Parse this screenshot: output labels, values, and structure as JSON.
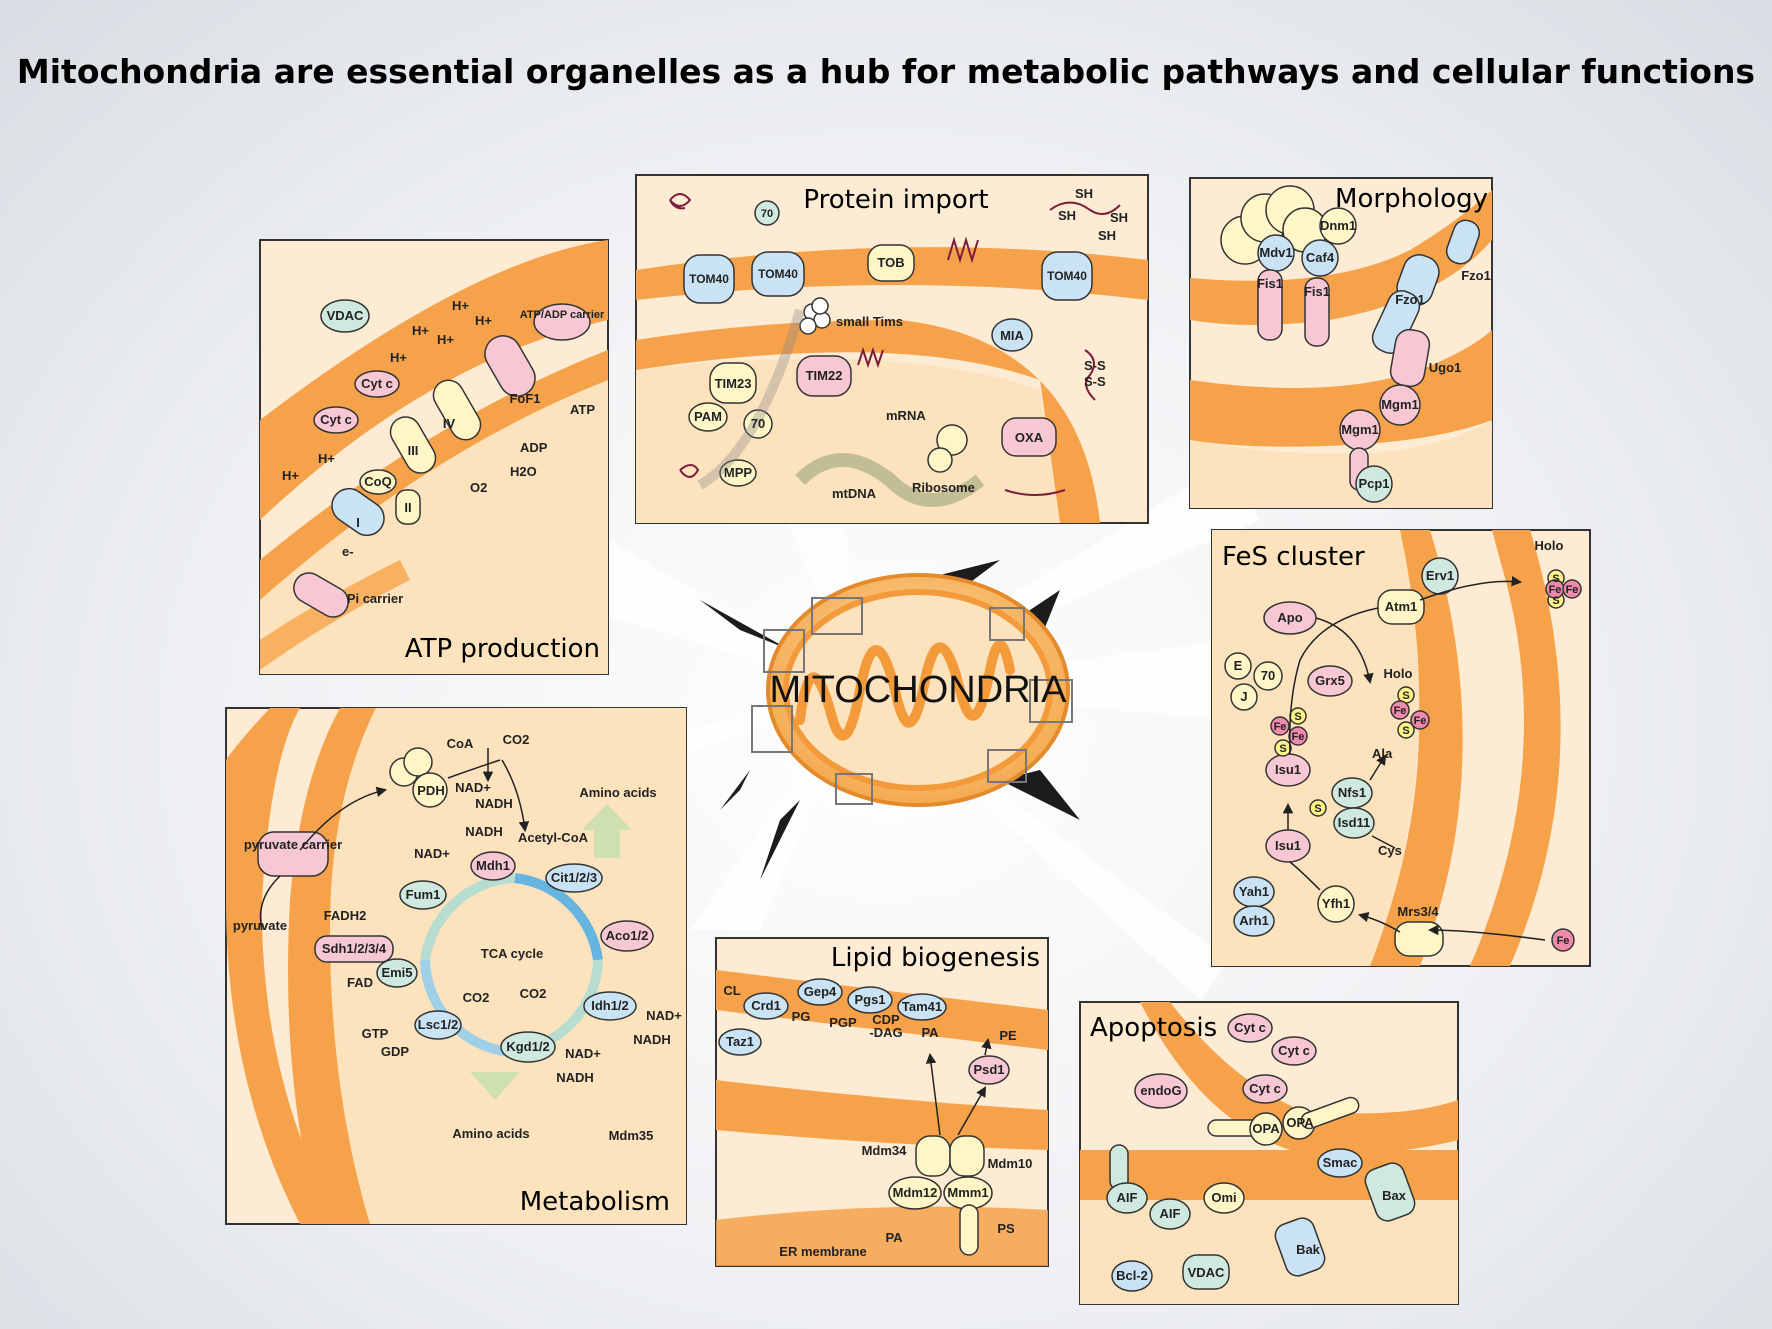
{
  "title": "Mitochondria are essential organelles as a hub for metabolic pathways and cellular functions",
  "center_label": "MITOCHONDRIA",
  "colors": {
    "membrane": "#f6a24a",
    "matrix": "#fde3bd",
    "space": "#fdebd3",
    "blue": "#c9e3f5",
    "pink": "#f8c7d4",
    "yellow": "#fff6c8",
    "green": "#cfe9df"
  },
  "panels": {
    "atp": {
      "title": "ATP production",
      "labels": [
        "VDAC",
        "Cyt c",
        "Cyt c",
        "CoQ",
        "I",
        "II",
        "III",
        "IV",
        "FoF1",
        "ATP/ADP carrier",
        "Pi carrier",
        "H+",
        "H+",
        "H+",
        "H+",
        "H+",
        "H+",
        "H+",
        "e-",
        "ADP",
        "ATP",
        "O2",
        "H2O"
      ]
    },
    "import": {
      "title": "Protein import",
      "labels": [
        "TOM40",
        "TOM40",
        "TOM40",
        "70",
        "TOB",
        "small Tims",
        "TIM23",
        "TIM22",
        "PAM",
        "70",
        "MPP",
        "MIA",
        "OXA",
        "mRNA",
        "Ribosome",
        "mtDNA",
        "SH",
        "SH",
        "SH",
        "SH",
        "S-S",
        "S-S"
      ]
    },
    "morph": {
      "title": "Morphology",
      "labels": [
        "Dnm1",
        "Mdv1",
        "Caf4",
        "Fis1",
        "Fis1",
        "Fzo1",
        "Fzo1",
        "Ugo1",
        "Mgm1",
        "Mgm1",
        "Pcp1"
      ]
    },
    "fes": {
      "title": "FeS cluster",
      "labels": [
        "Holo",
        "Holo",
        "Erv1",
        "Atm1",
        "Apo",
        "E",
        "J",
        "70",
        "Grx5",
        "Isu1",
        "Isu1",
        "Nfs1",
        "Isd11",
        "Ala",
        "Cys",
        "Yah1",
        "Arh1",
        "Yfh1",
        "Mrs3/4",
        "Fe",
        "Fe",
        "Fe",
        "Fe",
        "Fe",
        "Fe",
        "Fe",
        "S",
        "S",
        "S",
        "S",
        "S",
        "S",
        "S"
      ]
    },
    "metab": {
      "title": "Metabolism",
      "labels": [
        "CoA",
        "CO2",
        "PDH",
        "NAD+",
        "NADH",
        "Acetyl-CoA",
        "Amino acids",
        "pyruvate carrier",
        "pyruvate",
        "NAD+",
        "NADH",
        "Mdh1",
        "Cit1/2/3",
        "Fum1",
        "Aco1/2",
        "FADH2",
        "Sdh1/2/3/4",
        "Emi5",
        "FAD",
        "TCA cycle",
        "CO2",
        "CO2",
        "Idh1/2",
        "NAD+",
        "NADH",
        "GTP",
        "GDP",
        "Lsc1/2",
        "Kgd1/2",
        "NAD+",
        "NADH",
        "Amino acids",
        "Mdm35"
      ]
    },
    "lipid": {
      "title": "Lipid biogenesis",
      "labels": [
        "CL",
        "Crd1",
        "Gep4",
        "Pgs1",
        "Tam41",
        "PG",
        "PGP",
        "CDP",
        "-DAG",
        "PA",
        "PE",
        "Taz1",
        "Psd1",
        "Mdm34",
        "Mdm10",
        "Mdm12",
        "Mmm1",
        "PA",
        "PS",
        "ER membrane"
      ]
    },
    "apop": {
      "title": "Apoptosis",
      "labels": [
        "Cyt c",
        "Cyt c",
        "Cyt c",
        "endoG",
        "OPA",
        "OPA",
        "Smac",
        "AIF",
        "AIF",
        "Omi",
        "Bax",
        "Bak",
        "Bcl-2",
        "VDAC"
      ]
    }
  }
}
